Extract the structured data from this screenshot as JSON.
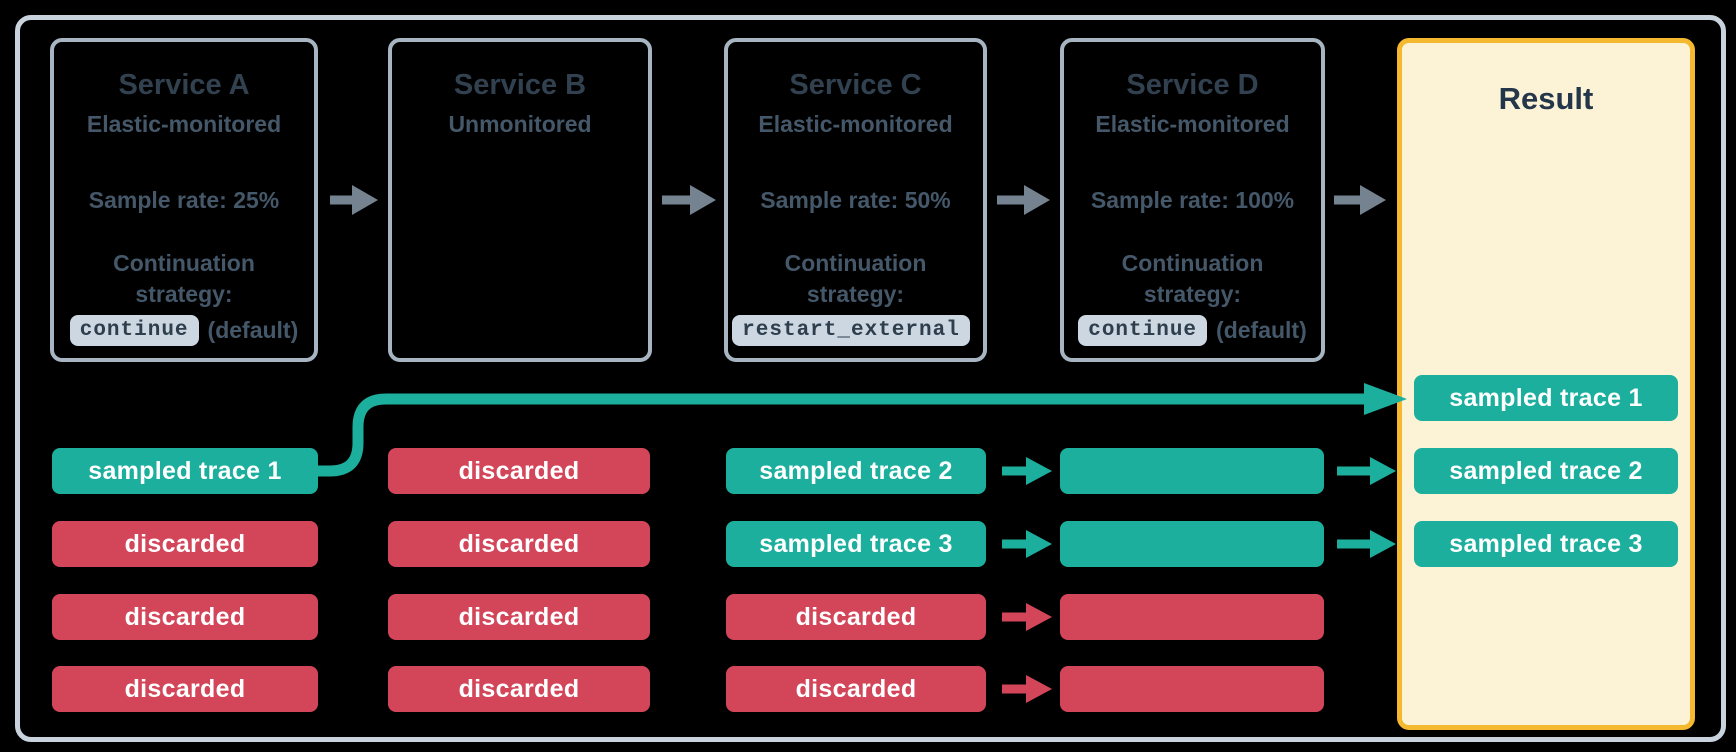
{
  "colors": {
    "sampled_teal": "#1caf9d",
    "discarded_red": "#d3465a",
    "result_border_gold": "#f4b92f",
    "result_bg_cream": "#fcf3d7",
    "service_box_border": "#a7b4c2",
    "outer_frame_border": "#c9d3de",
    "flow_arrow_gray": "#75828f",
    "title_text": "#31414f",
    "body_text": "#45586a",
    "code_chip_bg": "#ccd7e2",
    "bar_text": "#ffffff"
  },
  "services": [
    {
      "title": "Service A",
      "monitoring": "Elastic-monitored",
      "sample_rate": "Sample rate: 25%",
      "continuation_label": "Continuation strategy:",
      "strategy_code": "continue",
      "strategy_note": "(default)"
    },
    {
      "title": "Service B",
      "monitoring": "Unmonitored"
    },
    {
      "title": "Service C",
      "monitoring": "Elastic-monitored",
      "sample_rate": "Sample rate: 50%",
      "continuation_label": "Continuation strategy:",
      "strategy_code": "restart_external",
      "strategy_note": ""
    },
    {
      "title": "Service D",
      "monitoring": "Elastic-monitored",
      "sample_rate": "Sample rate: 100%",
      "continuation_label": "Continuation strategy:",
      "strategy_code": "continue",
      "strategy_note": "(default)"
    }
  ],
  "trace_columns": [
    {
      "service": "Service A",
      "bars": [
        {
          "label": "sampled trace 1",
          "kind": "sampled"
        },
        {
          "label": "discarded",
          "kind": "discarded"
        },
        {
          "label": "discarded",
          "kind": "discarded"
        },
        {
          "label": "discarded",
          "kind": "discarded"
        }
      ]
    },
    {
      "service": "Service B",
      "bars": [
        {
          "label": "discarded",
          "kind": "discarded"
        },
        {
          "label": "discarded",
          "kind": "discarded"
        },
        {
          "label": "discarded",
          "kind": "discarded"
        },
        {
          "label": "discarded",
          "kind": "discarded"
        }
      ]
    },
    {
      "service": "Service C",
      "bars": [
        {
          "label": "sampled trace 2",
          "kind": "sampled"
        },
        {
          "label": "sampled trace 3",
          "kind": "sampled"
        },
        {
          "label": "discarded",
          "kind": "discarded"
        },
        {
          "label": "discarded",
          "kind": "discarded"
        }
      ]
    },
    {
      "service": "Service D",
      "bars": [
        {
          "label": "",
          "kind": "sampled"
        },
        {
          "label": "",
          "kind": "sampled"
        },
        {
          "label": "",
          "kind": "discarded"
        },
        {
          "label": "",
          "kind": "discarded"
        }
      ]
    }
  ],
  "result": {
    "title": "Result",
    "bars": [
      {
        "label": "sampled trace 1",
        "kind": "sampled"
      },
      {
        "label": "sampled trace 2",
        "kind": "sampled"
      },
      {
        "label": "sampled trace 3",
        "kind": "sampled"
      }
    ]
  }
}
